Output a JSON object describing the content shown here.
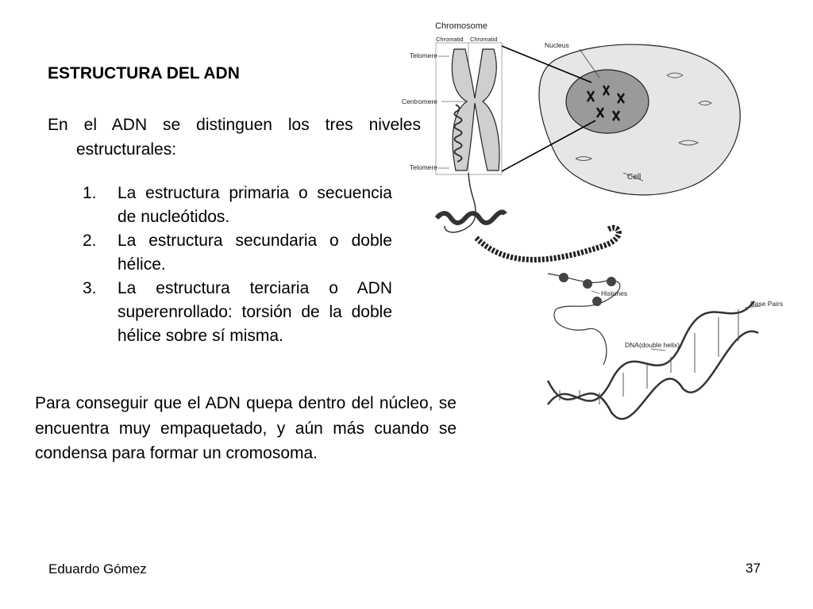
{
  "slide": {
    "title": "ESTRUCTURA DEL ADN",
    "intro": "En el ADN se distinguen los tres niveles estructurales:",
    "levels": [
      {
        "number": "1.",
        "text": "La estructura primaria o secuencia de nucleótidos."
      },
      {
        "number": "2.",
        "text": "La estructura secundaria o doble hélice."
      },
      {
        "number": "3.",
        "text": "La estructura terciaria o ADN superenrollado: torsión de la doble hélice sobre sí misma."
      }
    ],
    "paragraph": "Para conseguir que el ADN quepa dentro del núcleo, se encuentra muy empaquetado, y aún más cuando se condensa para formar un cromosoma.",
    "footer": {
      "author": "Eduardo Gómez",
      "page_number": "37"
    }
  },
  "figure": {
    "labels": {
      "chromosome": "Chromosome",
      "chromatid_left": "Chromatid",
      "chromatid_right": "Chromatid",
      "telomere_top": "Telomere",
      "centromere": "Centromere",
      "telomere_bottom": "Telomere",
      "nucleus": "Nucleus",
      "cell": "Cell",
      "histones": "Histones",
      "base_pairs": "Base Pairs",
      "dna": "DNA(double helix)"
    }
  }
}
